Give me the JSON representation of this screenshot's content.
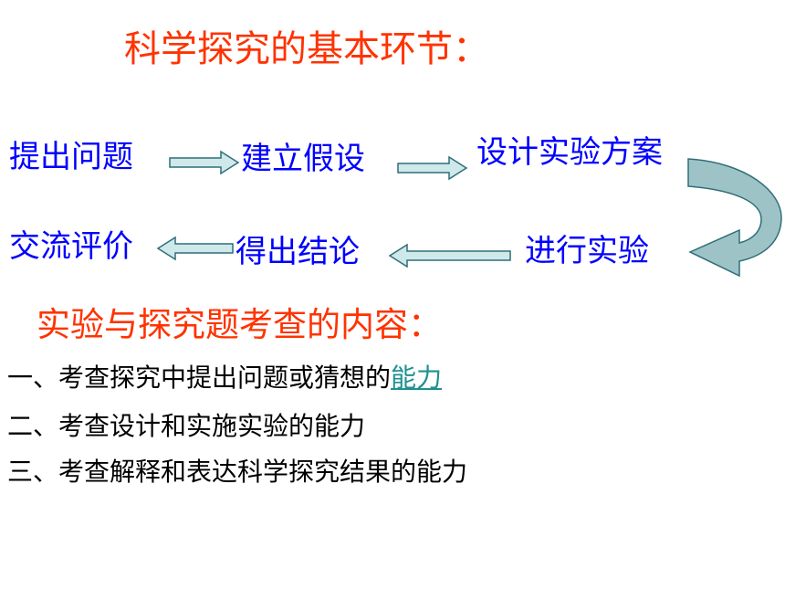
{
  "colors": {
    "title": "#ff3300",
    "step_text": "#0000ff",
    "arrow_fill": "#cfe8ea",
    "arrow_stroke": "#2f6f78",
    "curve_fill": "#9ec3c7",
    "link": "#1f8f8f"
  },
  "title": "科学探究的基本环节：",
  "steps": [
    {
      "label": "提出问题"
    },
    {
      "label": "建立假设"
    },
    {
      "label": "设计实验方案"
    },
    {
      "label": "进行实验"
    },
    {
      "label": "得出结论"
    },
    {
      "label": "交流评价"
    }
  ],
  "subtitle": "实验与探究题考查的内容：",
  "items": [
    {
      "prefix": "一、考查探究中提出问题或猜想的",
      "link": "能力"
    },
    {
      "text": "二、考查设计和实施实验的能力"
    },
    {
      "text": "三、考查解释和表达科学探究结果的能力"
    }
  ]
}
